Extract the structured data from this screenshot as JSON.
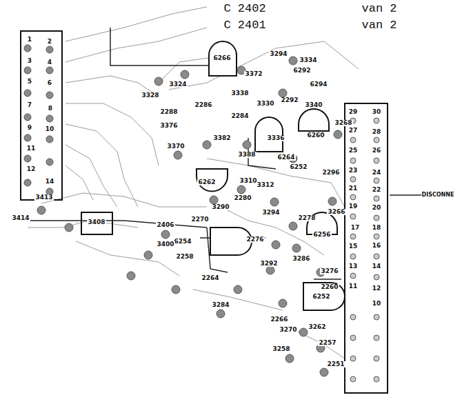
{
  "diagram": {
    "labels": [
      "C 2402",
      "van 2",
      "C 2401",
      "van 2",
      "DISCONNE",
      "1",
      "2",
      "3",
      "4",
      "5",
      "6",
      "7",
      "8",
      "9",
      "10",
      "11",
      "12",
      "14",
      "29",
      "30",
      "27",
      "28",
      "25",
      "26",
      "23",
      "24",
      "21",
      "22",
      "19",
      "20",
      "17",
      "18",
      "15",
      "16",
      "13",
      "14",
      "11",
      "12",
      "10",
      "6266",
      "3324",
      "3328",
      "3372",
      "3294",
      "3334",
      "6292",
      "6294",
      "3338",
      "2292",
      "3330",
      "3340",
      "2286",
      "2288",
      "2284",
      "3376",
      "3268",
      "6260",
      "3382",
      "3336",
      "3370",
      "3388",
      "6264",
      "6252",
      "2296",
      "6262",
      "3310",
      "3312",
      "2280",
      "3290",
      "2270",
      "3294",
      "2278",
      "3266",
      "6256",
      "3413",
      "3414",
      "3408",
      "2406",
      "2276",
      "6254",
      "3400",
      "2258",
      "3286",
      "3292",
      "3276",
      "2260",
      "2264",
      "6252",
      "3284",
      "2266",
      "3270",
      "3262",
      "2257",
      "3258",
      "2251"
    ]
  }
}
